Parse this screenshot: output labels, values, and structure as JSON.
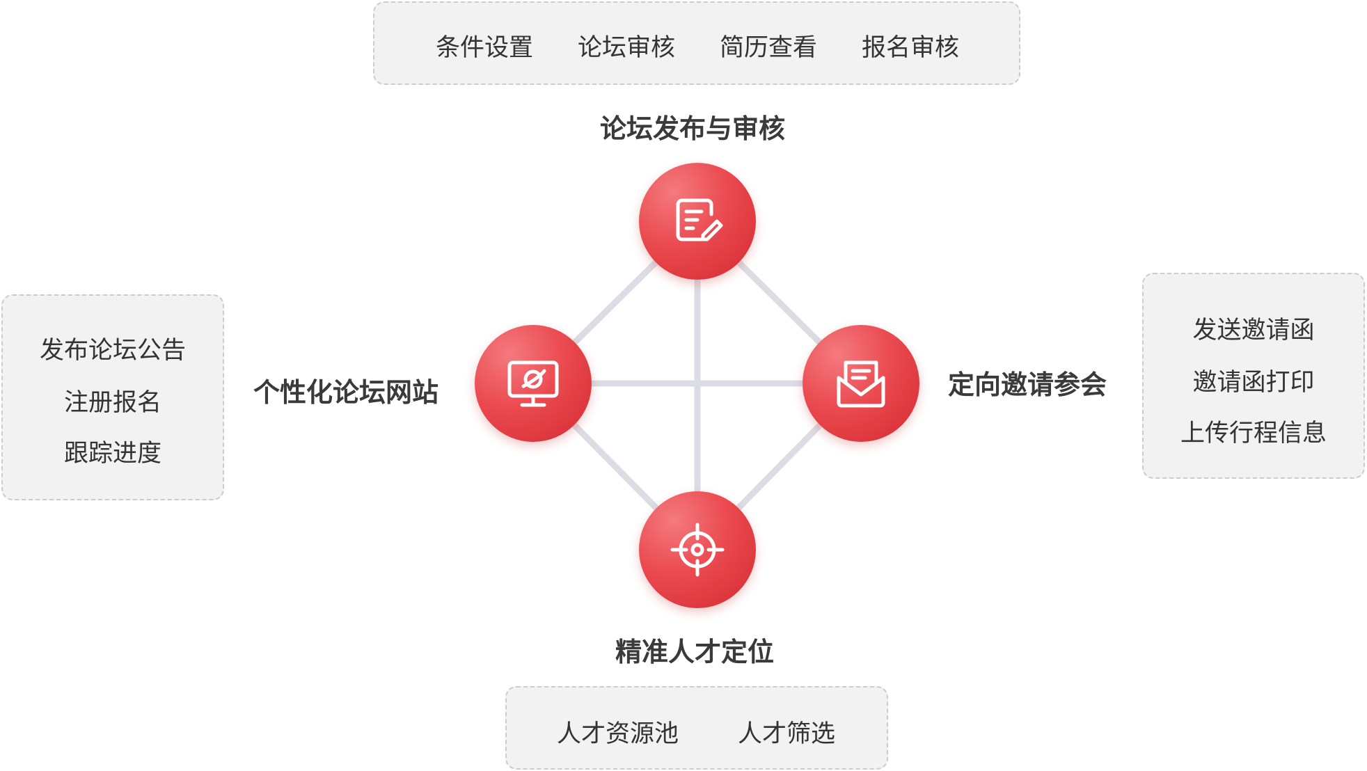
{
  "colors": {
    "node": "#e63e44",
    "line": "#dcdce4",
    "box_bg": "#f2f2f2",
    "box_border": "#cccccc"
  },
  "top": {
    "title": "论坛发布与审核",
    "items": [
      "条件设置",
      "论坛审核",
      "简历查看",
      "报名审核"
    ],
    "icon": "document-edit-icon"
  },
  "left": {
    "title": "个性化论坛网站",
    "items": [
      "发布论坛公告",
      "注册报名",
      "跟踪进度"
    ],
    "icon": "monitor-planet-icon"
  },
  "right": {
    "title": "定向邀请参会",
    "items": [
      "发送邀请函",
      "邀请函打印",
      "上传行程信息"
    ],
    "icon": "envelope-letter-icon"
  },
  "bottom": {
    "title": "精准人才定位",
    "items": [
      "人才资源池",
      "人才筛选"
    ],
    "icon": "target-crosshair-icon"
  }
}
